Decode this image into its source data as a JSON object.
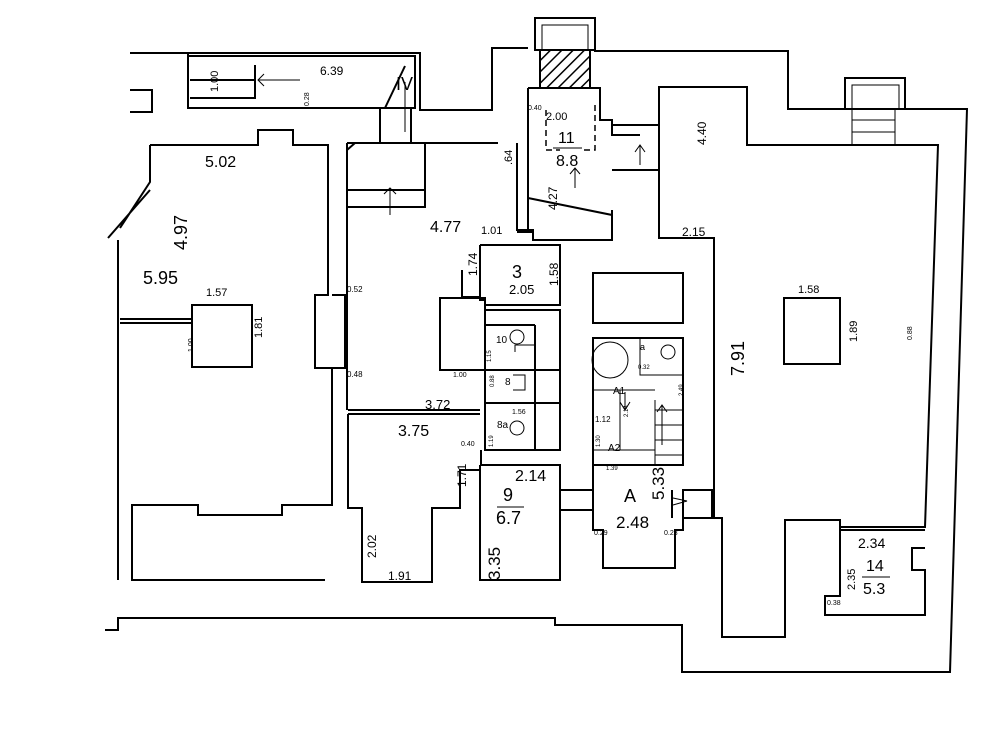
{
  "plan": {
    "labels": [
      "1.00",
      "6.39",
      "0.28",
      "IV",
      "5.02",
      "4.97",
      "5.95",
      "1.57",
      "1.81",
      "1.00",
      "0.52",
      "0.48",
      ".64",
      "4.77",
      "1.01",
      "0.40",
      "2.00",
      "11",
      "8.8",
      "4.27",
      "4.40",
      "2.15",
      "1.74",
      "3",
      "2.05",
      "1.58",
      "1.58",
      "1.89",
      "0.88",
      "7.91",
      "10",
      "1.15",
      "1.00",
      "0.88",
      "8",
      "1.56",
      "8a",
      "1.19",
      "0.40",
      "3.72",
      "3.75",
      "a",
      "0.32",
      "2.49",
      "A1",
      "2.14",
      "1.12",
      "1.30",
      "A2",
      "1.39",
      "1.71",
      "2.14",
      "9",
      "6.7",
      "A",
      "5.33",
      "2.48",
      "0.29",
      "0.23",
      "2.02",
      "1.91",
      "3.35",
      "2.34",
      "14",
      "5.3",
      "2.35",
      "0.38"
    ]
  }
}
